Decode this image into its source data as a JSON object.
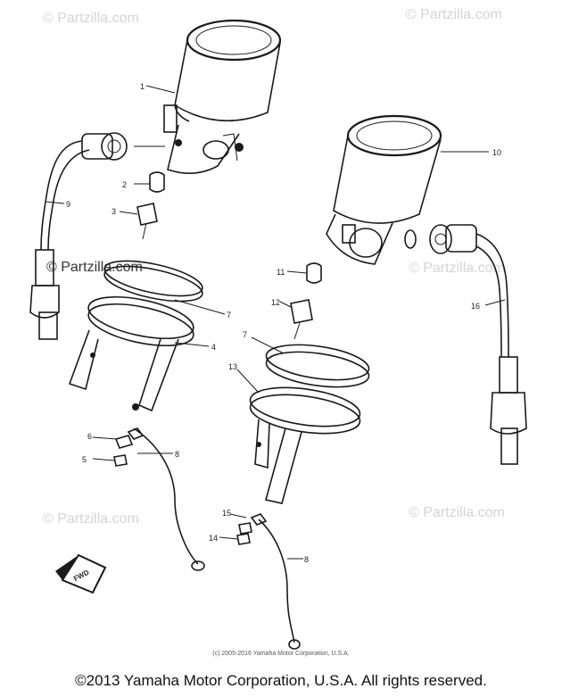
{
  "watermark": {
    "text": "© Partzilla.com",
    "color": "#d4d4d4"
  },
  "diagram": {
    "callouts": [
      "1",
      "2",
      "3",
      "4",
      "5",
      "6",
      "7",
      "7",
      "8",
      "8",
      "9",
      "10",
      "11",
      "12",
      "13",
      "14",
      "15",
      "16"
    ],
    "fwd_label": "FWD"
  },
  "footer": {
    "small_copyright": "(c) 2005-2016 Yamaha Motor Corporation, U.S.A.",
    "main_copyright": "©2013 Yamaha Motor Corporation, U.S.A. All rights reserved."
  }
}
